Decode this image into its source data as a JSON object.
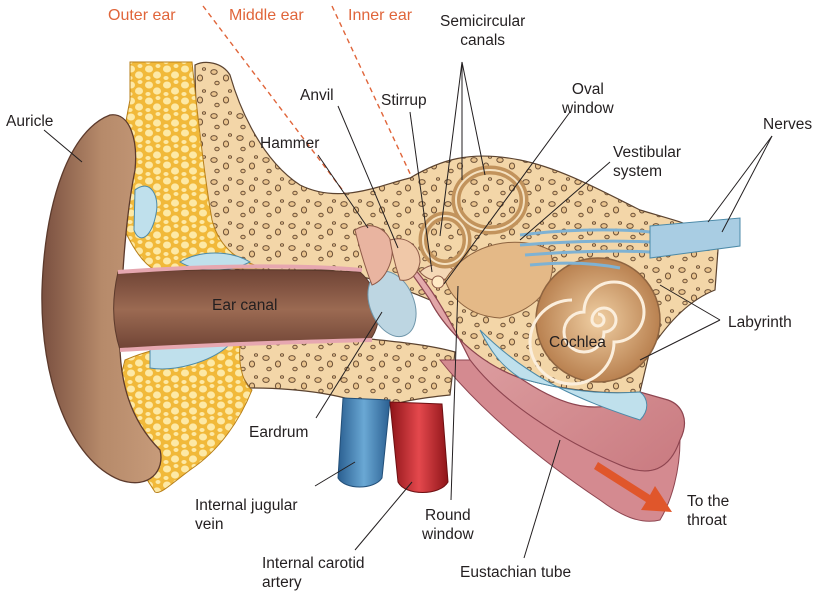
{
  "regions": {
    "outer": "Outer ear",
    "middle": "Middle ear",
    "inner": "Inner ear"
  },
  "labels": {
    "auricle": "Auricle",
    "ear_canal": "Ear canal",
    "hammer": "Hammer",
    "anvil": "Anvil",
    "stirrup": "Stirrup",
    "semicircular_1": "Semicircular",
    "semicircular_2": "canals",
    "oval_1": "Oval",
    "oval_2": "window",
    "vestibular_1": "Vestibular",
    "vestibular_2": "system",
    "nerves": "Nerves",
    "labyrinth": "Labyrinth",
    "cochlea": "Cochlea",
    "eardrum": "Eardrum",
    "jugular_1": "Internal jugular",
    "jugular_2": "vein",
    "carotid_1": "Internal carotid",
    "carotid_2": "artery",
    "round_1": "Round",
    "round_2": "window",
    "eustachian": "Eustachian tube",
    "throat_1": "To the",
    "throat_2": "throat"
  },
  "colors": {
    "region_label": "#e0653a",
    "bone": "#f3d6a8",
    "bone_pores": "#8a6e4e",
    "skin": "#a97a5e",
    "ear_canal": "#8a5a45",
    "cartilage": "#f5c74a",
    "fluid": "#bfe0ec",
    "muscle": "#d58f93",
    "vein": "#3d7fb5",
    "artery": "#c8262d",
    "cochlea": "#d8a56b",
    "nerve": "#a9cde3",
    "arrow": "#e0562b"
  }
}
